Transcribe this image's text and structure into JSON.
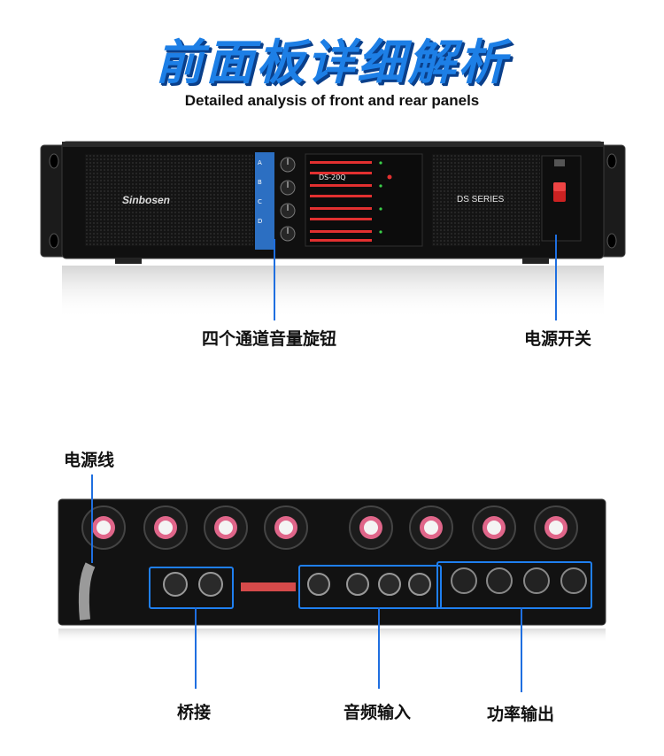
{
  "header": {
    "title": "前面板详细解析",
    "subtitle": "Detailed analysis of front and rear panels"
  },
  "front_panel": {
    "brand": "Sinbosen",
    "series": "DS SERIES",
    "model": "DS-20Q",
    "channels": [
      "A",
      "B",
      "C",
      "D"
    ],
    "callouts": {
      "knobs": "四个通道音量旋钮",
      "power_switch": "电源开关"
    }
  },
  "rear_panel": {
    "callouts": {
      "power_cord": "电源线",
      "bridge": "桥接",
      "audio_input": "音频输入",
      "power_output": "功率输出"
    }
  },
  "colors": {
    "accent": "#1f7ff0",
    "title": "#1d7fe6"
  }
}
